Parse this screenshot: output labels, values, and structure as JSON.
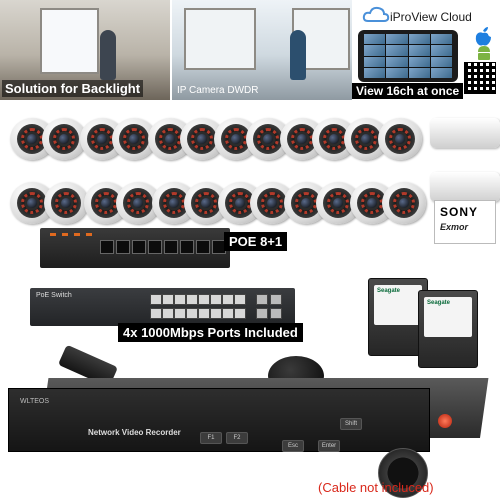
{
  "panels": {
    "backlight_caption": "Solution for Backlight",
    "wdr_caption": "IP Camera DWDR",
    "cloud_title": "iProView Cloud",
    "view_caption": "View 16ch at once"
  },
  "badges": {
    "poe": "POE 8+1",
    "ports": "4x 1000Mbps Ports Included"
  },
  "sensor": {
    "brand": "SONY",
    "model": "Exmor"
  },
  "switches": {
    "switch2_label": "PoE Switch"
  },
  "nvr": {
    "label": "Network Video Recorder",
    "brand_tag": "WLTEOS",
    "keys": [
      "Esc",
      "Enter",
      "Shift",
      "F1",
      "F2"
    ]
  },
  "drives": {
    "brand": "Seagate"
  },
  "footer": {
    "cable_note": "(Cable not incluced)"
  },
  "colors": {
    "accent_red": "#d9281b",
    "ir_led": "#b33a2a",
    "badge_bg": "#000000"
  }
}
